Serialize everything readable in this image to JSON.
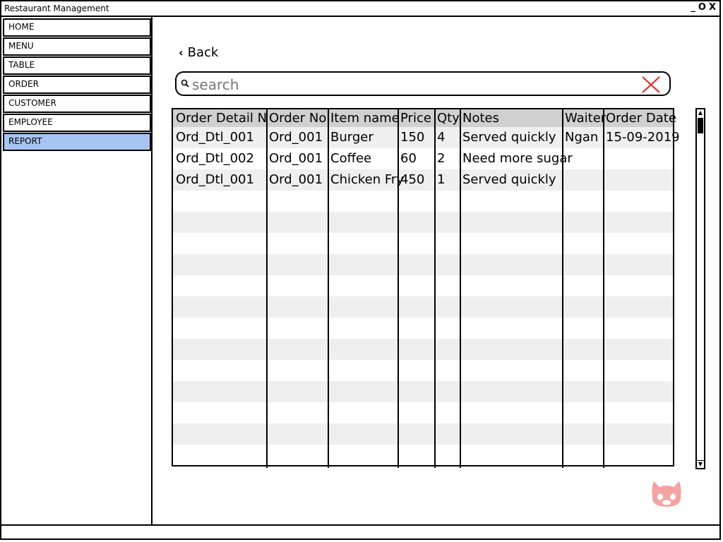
{
  "window": {
    "title": "Restaurant Management",
    "controls": [
      "_",
      "O",
      "X"
    ]
  },
  "sidebar": {
    "items": [
      {
        "label": "HOME",
        "active": false
      },
      {
        "label": "MENU",
        "active": false
      },
      {
        "label": "TABLE",
        "active": false
      },
      {
        "label": "ORDER",
        "active": false
      },
      {
        "label": "CUSTOMER",
        "active": false
      },
      {
        "label": "EMPLOYEE",
        "active": false
      },
      {
        "label": "REPORT",
        "active": true
      }
    ]
  },
  "main": {
    "back_label": "Back",
    "search": {
      "placeholder": "search",
      "value": ""
    }
  },
  "table": {
    "headers": [
      "Order Detail N",
      "Order No",
      "Item name",
      "Price",
      "Qty",
      "Notes",
      "Waiter",
      "Order Date"
    ],
    "rows": [
      [
        "Ord_Dtl_001",
        "Ord_001",
        "Burger",
        "150",
        "4",
        "Served quickly",
        "Ngan",
        "15-09-2019"
      ],
      [
        "Ord_Dtl_002",
        "Ord_001",
        "Coffee",
        "60",
        "2",
        "Need more sugar",
        "",
        ""
      ],
      [
        "Ord_Dtl_001",
        "Ord_001",
        "Chicken Fry",
        "450",
        "1",
        "Served quickly",
        "",
        ""
      ]
    ]
  },
  "colors": {
    "active_nav": "#a7c4f2",
    "header_bg": "#d0d0d0",
    "stripe": "#efefef",
    "clear_icon": "#e0302a",
    "mascot": "#f4a3a3"
  }
}
